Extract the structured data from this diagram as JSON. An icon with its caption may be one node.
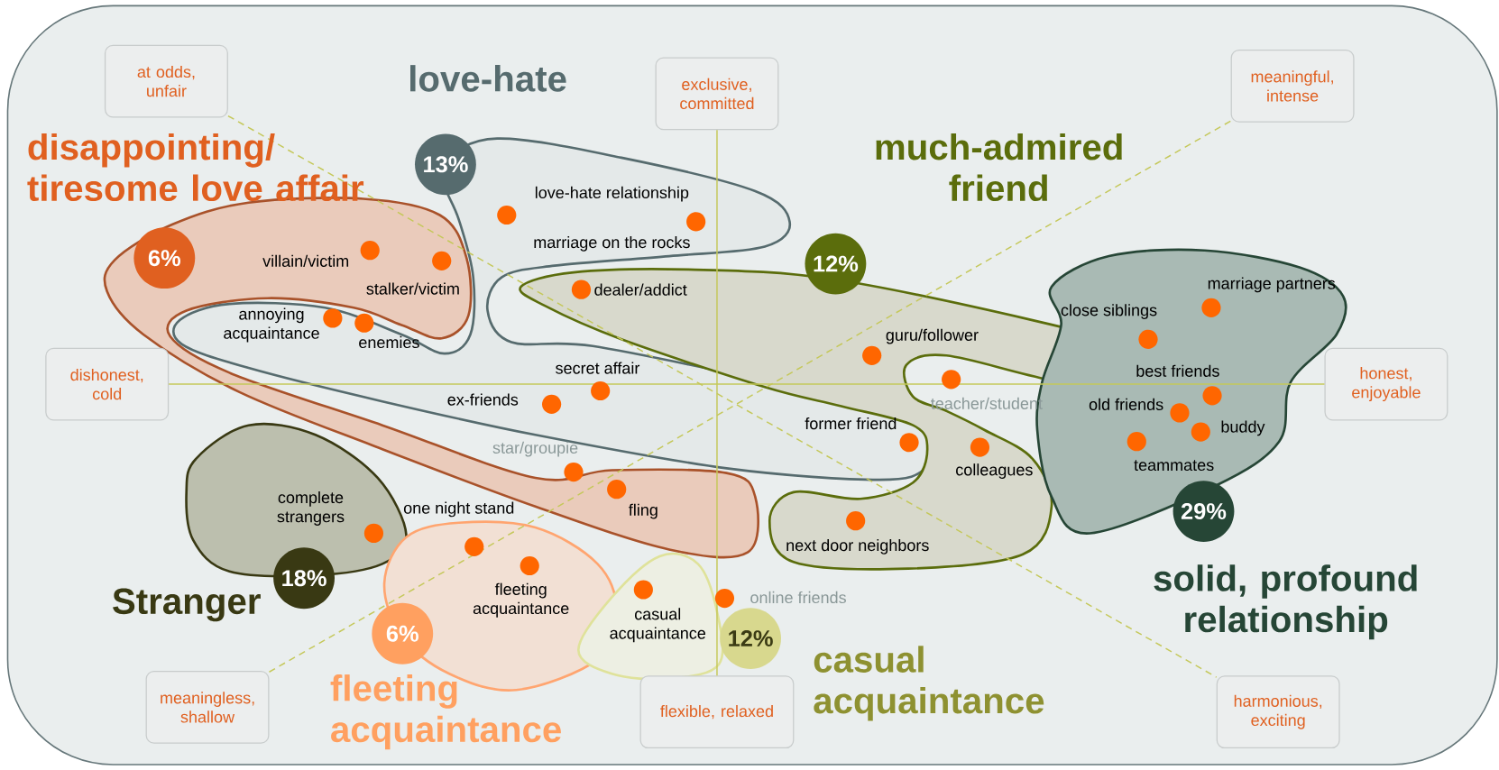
{
  "diagram": {
    "nodes": [
      {
        "text": [
          "at odds, unfair"
        ]
      },
      {
        "text": [
          "exclusive, committed"
        ]
      },
      {
        "text": [
          "meaningful, intense"
        ]
      },
      {
        "text": [
          "dishonest, cold"
        ]
      },
      {
        "text": [
          "honest, enjoyable"
        ]
      },
      {
        "text": [
          "meaningless, shallow"
        ]
      },
      {
        "text": [
          "flexible, relaxed"
        ]
      },
      {
        "text": [
          "harmonious, exciting"
        ]
      },
      {
        "text": [
          "13%"
        ]
      },
      {
        "text": [
          "6%"
        ]
      },
      {
        "text": [
          "12%"
        ]
      },
      {
        "text": [
          "29%"
        ]
      },
      {
        "text": [
          "18%"
        ]
      },
      {
        "text": [
          "6%"
        ]
      },
      {
        "text": [
          "12%"
        ]
      }
    ],
    "edges": [
      {
        "from": 0,
        "to": 7,
        "arrow": "none",
        "style": "dashed"
      },
      {
        "from": 5,
        "to": 2,
        "arrow": "none",
        "style": "dashed"
      },
      {
        "from": 1,
        "to": 6,
        "arrow": "none"
      },
      {
        "from": 3,
        "to": 4,
        "arrow": "none"
      }
    ],
    "labels": [
      "love-hate",
      "disappointing/ tiresome love affair",
      "much-admired friend",
      "love-hate relationship",
      "marriage on the rocks",
      "villain/victim",
      "stalker/victim",
      "dealer/addict",
      "marriage partners",
      "close siblings",
      "annoying acquaintance",
      "enemies",
      "guru/follower",
      "secret affair",
      "teacher/student",
      "best friends",
      "ex-friends",
      "old friends",
      "former friend",
      "buddy",
      "star/groupie",
      "colleagues",
      "teammates",
      "complete strangers",
      "one night stand",
      "fling",
      "next door neighbors",
      "fleeting acquaintance",
      "online friends",
      "solid, profound relationship",
      "Stranger",
      "casual acquaintance",
      "fleeting acquaintance",
      "casual acquaintance"
    ]
  }
}
